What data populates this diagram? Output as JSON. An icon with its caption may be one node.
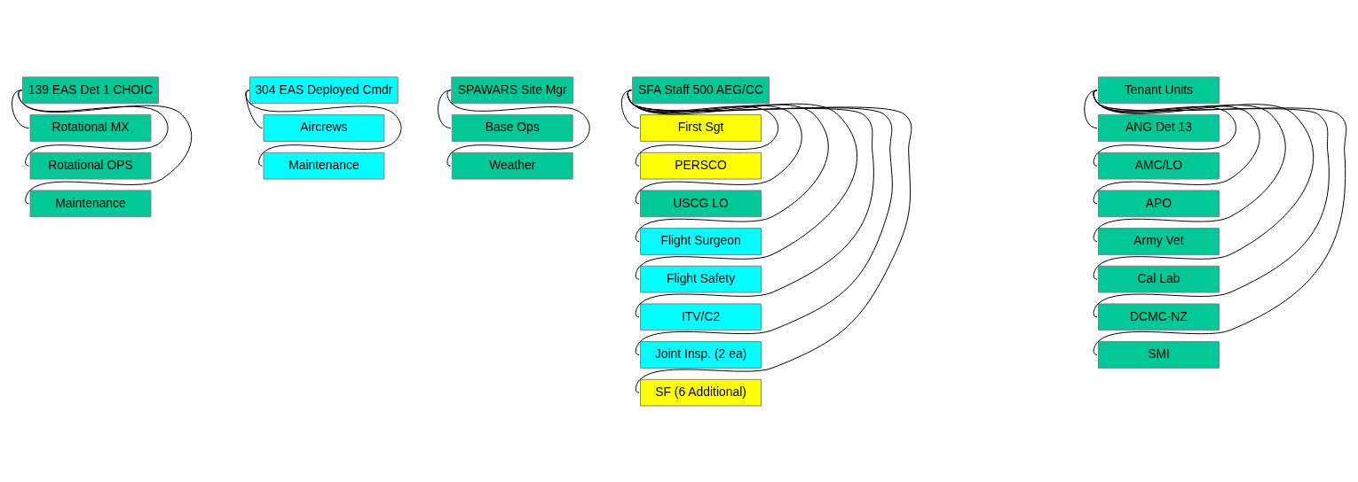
{
  "diagram": {
    "nodes": [
      {
        "text": [
          "139 EAS Det 1 CHOIC"
        ]
      },
      {
        "text": [
          "Rotational MX"
        ]
      },
      {
        "text": [
          "Rotational OPS"
        ]
      },
      {
        "text": [
          "Maintenance"
        ]
      },
      {
        "text": [
          "304 EAS Deployed Cmdr"
        ]
      },
      {
        "text": [
          "Aircrews"
        ]
      },
      {
        "text": [
          "Maintenance"
        ]
      },
      {
        "text": [
          "SPAWARS Site Mgr"
        ]
      },
      {
        "text": [
          "Base Ops"
        ]
      },
      {
        "text": [
          "Weather"
        ]
      },
      {
        "text": [
          "SFA Staff 500 AEG/CC"
        ]
      },
      {
        "text": [
          "First Sgt"
        ]
      },
      {
        "text": [
          "PERSCO"
        ]
      },
      {
        "text": [
          "USCG LO"
        ]
      },
      {
        "text": [
          "Flight Surgeon"
        ]
      },
      {
        "text": [
          "Flight Safety"
        ]
      },
      {
        "text": [
          "ITV/C2"
        ]
      },
      {
        "text": [
          "Joint Insp. (2 ea)"
        ]
      },
      {
        "text": [
          "SF (6 Additional)"
        ]
      },
      {
        "text": [
          "Tenant Units"
        ]
      },
      {
        "text": [
          "ANG Det 13"
        ]
      },
      {
        "text": [
          "AMC/LO"
        ]
      },
      {
        "text": [
          "APO"
        ]
      },
      {
        "text": [
          "Army Vet"
        ]
      },
      {
        "text": [
          "Cal Lab"
        ]
      },
      {
        "text": [
          "DCMC-NZ"
        ]
      },
      {
        "text": [
          "SMI"
        ]
      }
    ],
    "edges": [
      {
        "from": 0,
        "to": 1,
        "arrow": "none"
      },
      {
        "from": 0,
        "to": 2,
        "arrow": "none"
      },
      {
        "from": 0,
        "to": 3,
        "arrow": "none"
      },
      {
        "from": 4,
        "to": 5,
        "arrow": "none"
      },
      {
        "from": 4,
        "to": 6,
        "arrow": "none"
      },
      {
        "from": 7,
        "to": 8,
        "arrow": "none"
      },
      {
        "from": 7,
        "to": 9,
        "arrow": "none"
      },
      {
        "from": 10,
        "to": 11,
        "arrow": "none"
      },
      {
        "from": 10,
        "to": 12,
        "arrow": "none"
      },
      {
        "from": 10,
        "to": 13,
        "arrow": "none"
      },
      {
        "from": 10,
        "to": 14,
        "arrow": "none"
      },
      {
        "from": 10,
        "to": 15,
        "arrow": "none"
      },
      {
        "from": 10,
        "to": 16,
        "arrow": "none"
      },
      {
        "from": 10,
        "to": 17,
        "arrow": "none"
      },
      {
        "from": 10,
        "to": 18,
        "arrow": "none"
      },
      {
        "from": 19,
        "to": 20,
        "arrow": "none"
      },
      {
        "from": 19,
        "to": 21,
        "arrow": "none"
      },
      {
        "from": 19,
        "to": 22,
        "arrow": "none"
      },
      {
        "from": 19,
        "to": 23,
        "arrow": "none"
      },
      {
        "from": 19,
        "to": 24,
        "arrow": "none"
      },
      {
        "from": 19,
        "to": 25,
        "arrow": "none"
      },
      {
        "from": 19,
        "to": 26,
        "arrow": "none"
      }
    ]
  }
}
